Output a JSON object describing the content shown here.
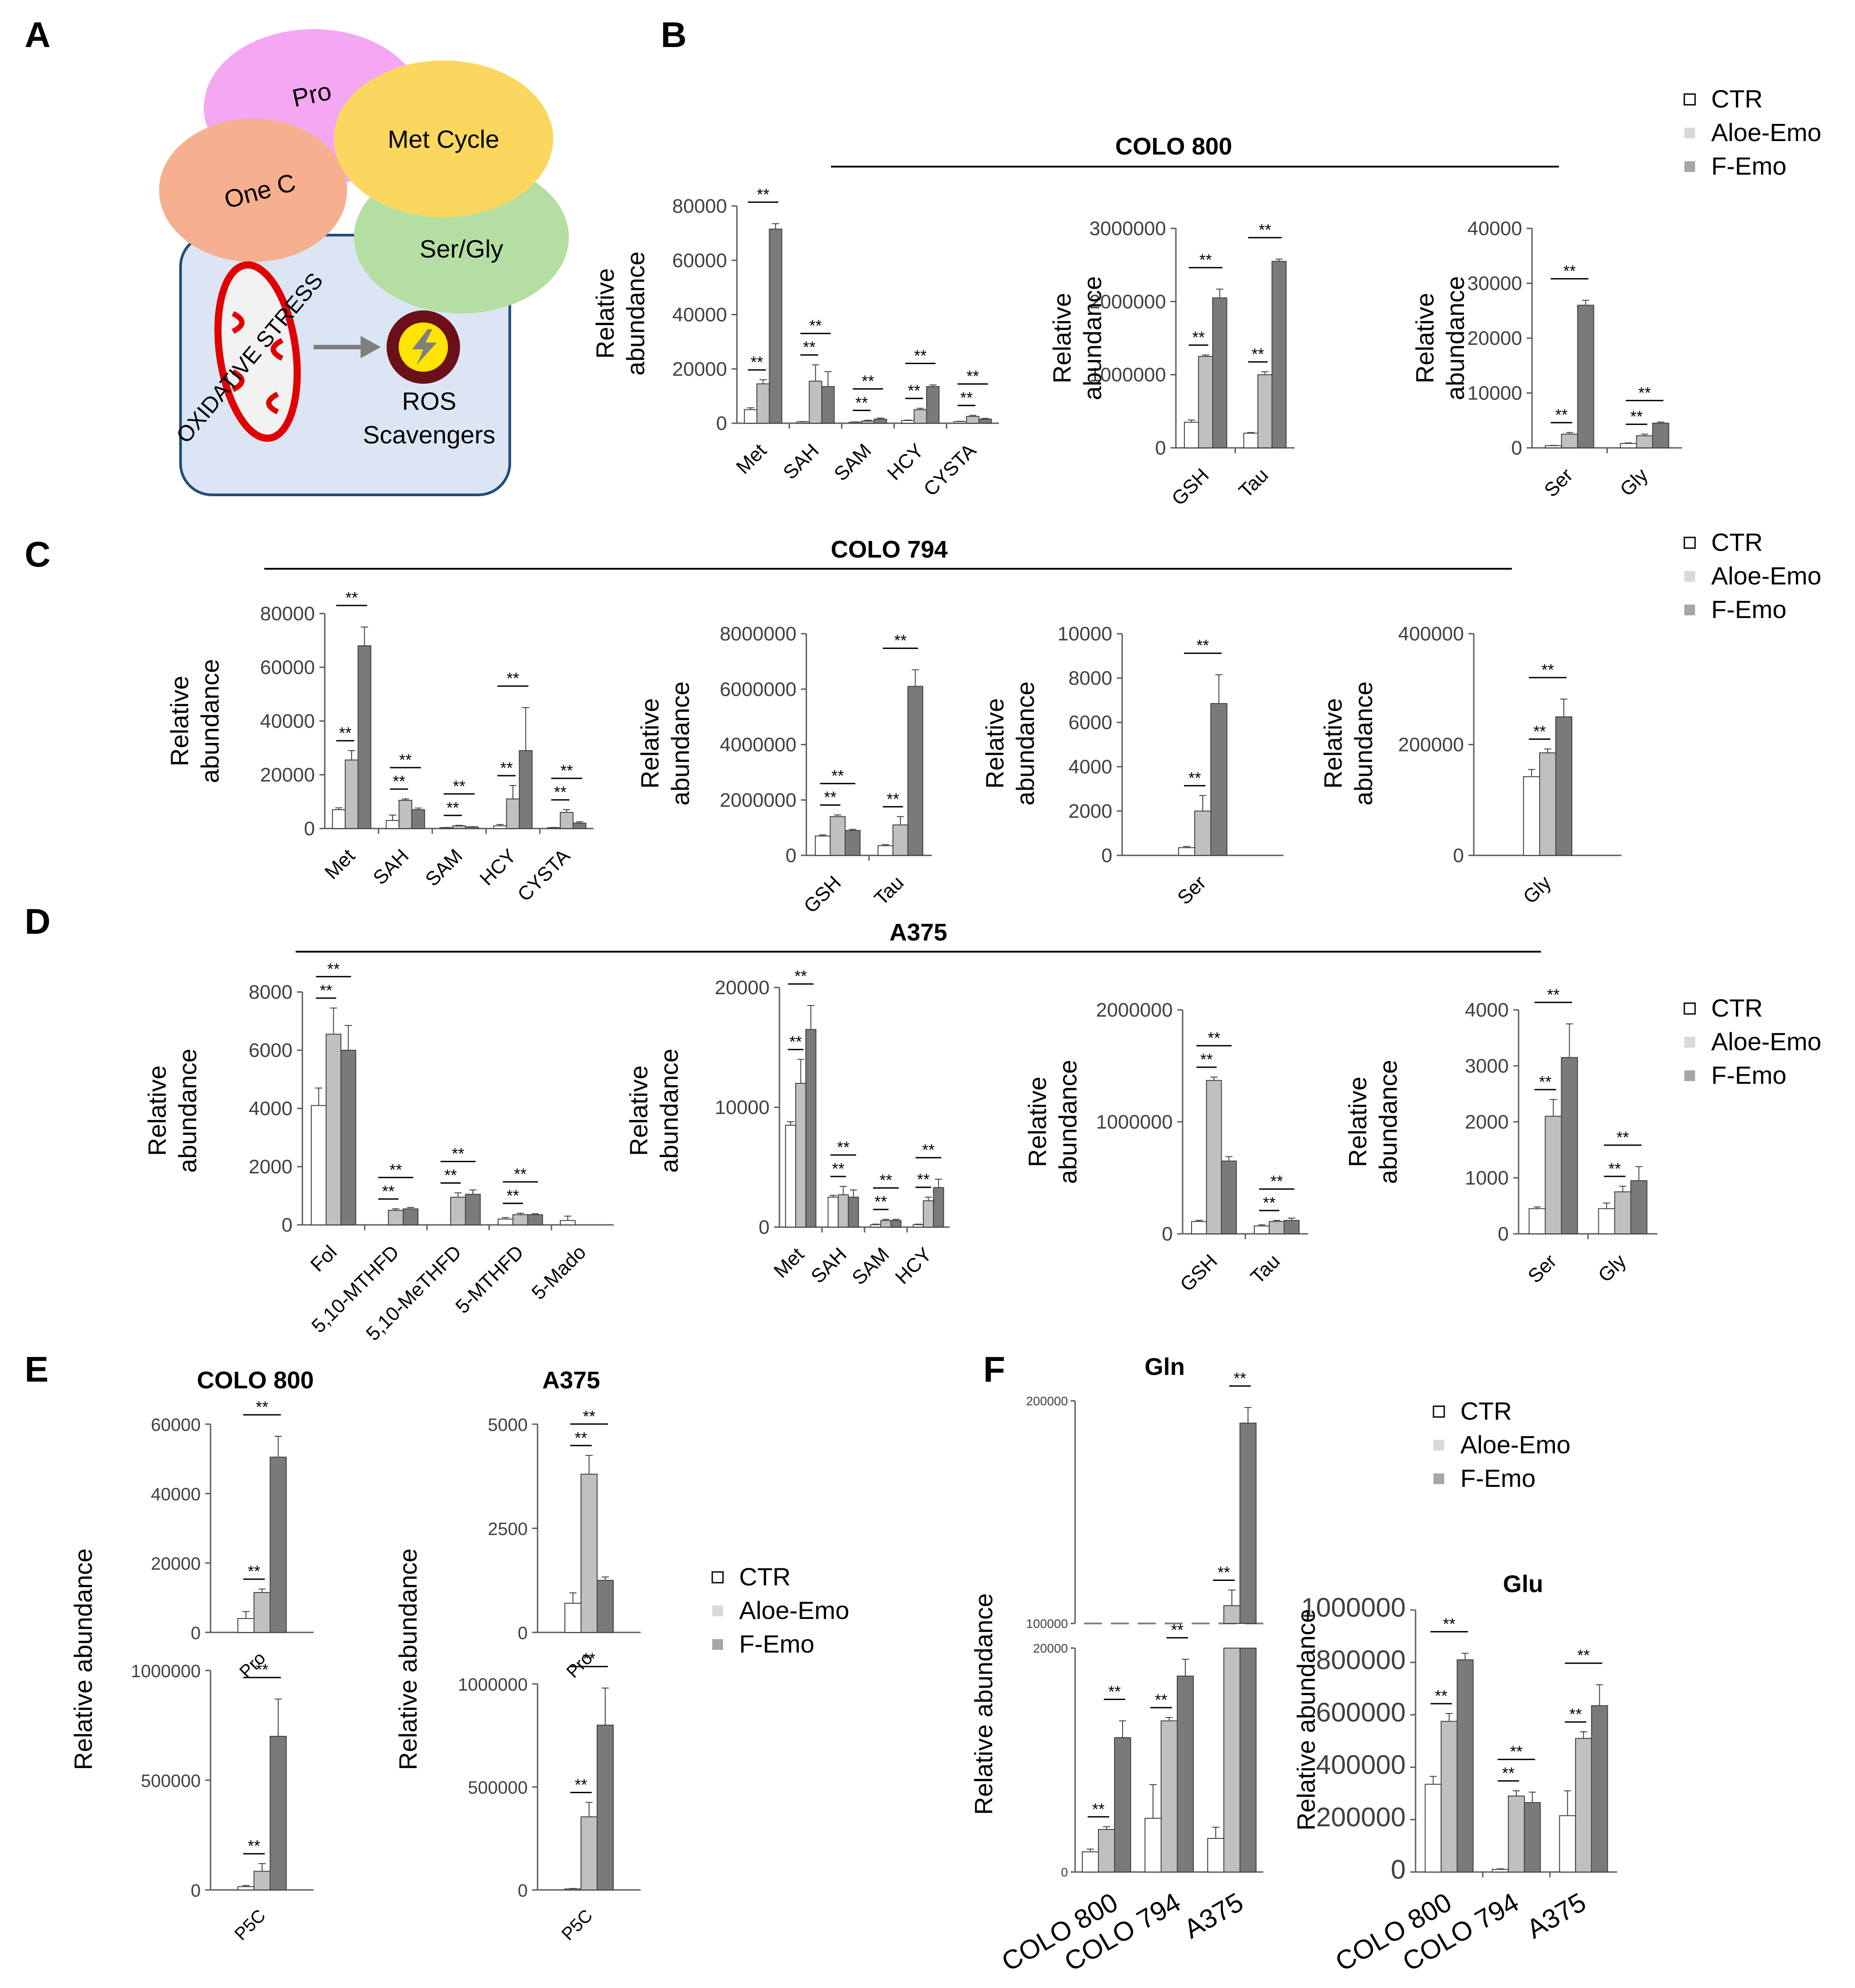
{
  "panel_letters": [
    "A",
    "B",
    "C",
    "D",
    "E",
    "F"
  ],
  "schematic": {
    "nodes": [
      "Pro",
      "One C",
      "Met Cycle",
      "Ser/Gly"
    ],
    "stress_label": "OXIDATIVE STRESS",
    "ros_line1": "ROS",
    "ros_line2": "Scavengers"
  },
  "legend_labels": [
    "CTR",
    "Aloe-Emo",
    "F-Emo"
  ],
  "ylabel_line1": "Relative",
  "ylabel_line2": "abundance",
  "ylabel_full": "Relative abundance",
  "ylabel_f2": "Relative  abundance",
  "sig_mark": "**",
  "colors": {
    "ctr": "#ffffff",
    "aloe": "#c0c0c0",
    "femo": "#7a7a7a",
    "axis": "#595959",
    "legend_aloe": "#d9d9d9",
    "legend_femo": "#a6a6a6"
  },
  "groups": {
    "B": {
      "title": "COLO 800"
    },
    "C": {
      "title": "COLO 794"
    },
    "D": {
      "title": "A375"
    },
    "E1": {
      "title": "COLO 800"
    },
    "E2": {
      "title": "A375"
    },
    "F1": {
      "title": "Gln"
    },
    "F2": {
      "title": "Glu"
    }
  },
  "chart_data": [
    {
      "id": "B1",
      "type": "bar",
      "categories": [
        "Met",
        "SAH",
        "SAM",
        "HCY",
        "CYSTA"
      ],
      "ylim": [
        0,
        80000
      ],
      "yticks": [
        "0",
        "20000",
        "40000",
        "60000",
        "80000"
      ],
      "series": [
        {
          "name": "CTR",
          "values": [
            5000,
            500,
            400,
            1000,
            600
          ]
        },
        {
          "name": "Aloe-Emo",
          "values": [
            14500,
            15500,
            800,
            5000,
            2500
          ]
        },
        {
          "name": "F-Emo",
          "values": [
            71500,
            13500,
            1500,
            13500,
            1500
          ]
        }
      ],
      "errors": [
        [
          700,
          100,
          100,
          150,
          100
        ],
        [
          1500,
          6000,
          300,
          500,
          400
        ],
        [
          2000,
          5500,
          400,
          600,
          300
        ]
      ]
    },
    {
      "id": "B2",
      "type": "bar",
      "categories": [
        "GSH",
        "Tau"
      ],
      "ylim": [
        0,
        3000000
      ],
      "yticks": [
        "0",
        "1000000",
        "2000000",
        "3000000"
      ],
      "series": [
        {
          "name": "CTR",
          "values": [
            350000,
            200000
          ]
        },
        {
          "name": "Aloe-Emo",
          "values": [
            1250000,
            1000000
          ]
        },
        {
          "name": "F-Emo",
          "values": [
            2050000,
            2550000
          ]
        }
      ],
      "errors": [
        [
          30000,
          10000
        ],
        [
          20000,
          40000
        ],
        [
          120000,
          30000
        ]
      ]
    },
    {
      "id": "B3",
      "type": "bar",
      "categories": [
        "Ser",
        "Gly"
      ],
      "ylim": [
        0,
        40000
      ],
      "yticks": [
        "0",
        "10000",
        "20000",
        "30000",
        "40000"
      ],
      "series": [
        {
          "name": "CTR",
          "values": [
            400,
            800
          ]
        },
        {
          "name": "Aloe-Emo",
          "values": [
            2500,
            2200
          ]
        },
        {
          "name": "F-Emo",
          "values": [
            26000,
            4500
          ]
        }
      ],
      "errors": [
        [
          50,
          100
        ],
        [
          300,
          300
        ],
        [
          900,
          200
        ]
      ]
    },
    {
      "id": "C1",
      "type": "bar",
      "categories": [
        "Met",
        "SAH",
        "SAM",
        "HCY",
        "CYSTA"
      ],
      "ylim": [
        0,
        80000
      ],
      "yticks": [
        "0",
        "20000",
        "40000",
        "60000",
        "80000"
      ],
      "series": [
        {
          "name": "CTR",
          "values": [
            7000,
            3000,
            300,
            1000,
            300
          ]
        },
        {
          "name": "Aloe-Emo",
          "values": [
            25500,
            10500,
            1000,
            11000,
            6000
          ]
        },
        {
          "name": "F-Emo",
          "values": [
            68000,
            7000,
            600,
            29000,
            2000
          ]
        }
      ],
      "errors": [
        [
          700,
          2000,
          100,
          500,
          100
        ],
        [
          3500,
          500,
          200,
          5000,
          1000
        ],
        [
          7000,
          600,
          100,
          16000,
          500
        ]
      ]
    },
    {
      "id": "C2",
      "type": "bar",
      "categories": [
        "GSH",
        "Tau"
      ],
      "ylim": [
        0,
        8000000
      ],
      "yticks": [
        "0",
        "2000000",
        "4000000",
        "6000000",
        "8000000"
      ],
      "series": [
        {
          "name": "CTR",
          "values": [
            700000,
            350000
          ]
        },
        {
          "name": "Aloe-Emo",
          "values": [
            1400000,
            1100000
          ]
        },
        {
          "name": "F-Emo",
          "values": [
            900000,
            6100000
          ]
        }
      ],
      "errors": [
        [
          40000,
          40000
        ],
        [
          60000,
          300000
        ],
        [
          40000,
          600000
        ]
      ]
    },
    {
      "id": "C3",
      "type": "bar",
      "categories": [
        "Ser"
      ],
      "ylim": [
        0,
        10000
      ],
      "yticks": [
        "0",
        "2000",
        "4000",
        "6000",
        "8000",
        "10000"
      ],
      "series": [
        {
          "name": "CTR",
          "values": [
            350
          ]
        },
        {
          "name": "Aloe-Emo",
          "values": [
            2000
          ]
        },
        {
          "name": "F-Emo",
          "values": [
            6850
          ]
        }
      ],
      "errors": [
        [
          50
        ],
        [
          700
        ],
        [
          1300
        ]
      ]
    },
    {
      "id": "C4",
      "type": "bar",
      "categories": [
        "Gly"
      ],
      "ylim": [
        0,
        400000
      ],
      "yticks": [
        "0",
        "200000",
        "400000"
      ],
      "series": [
        {
          "name": "CTR",
          "values": [
            142000
          ]
        },
        {
          "name": "Aloe-Emo",
          "values": [
            185000
          ]
        },
        {
          "name": "F-Emo",
          "values": [
            250000
          ]
        }
      ],
      "errors": [
        [
          13000
        ],
        [
          7000
        ],
        [
          32000
        ]
      ]
    },
    {
      "id": "D1",
      "type": "bar",
      "categories": [
        "Fol",
        "5,10-MTHFD",
        "5,10-MeTHFD",
        "5-MTHFD",
        "5-Mado"
      ],
      "ylim": [
        0,
        8000
      ],
      "yticks": [
        "0",
        "2000",
        "4000",
        "6000",
        "8000"
      ],
      "series": [
        {
          "name": "CTR",
          "values": [
            4100,
            0,
            0,
            200,
            150
          ]
        },
        {
          "name": "Aloe-Emo",
          "values": [
            6550,
            500,
            950,
            350,
            0
          ]
        },
        {
          "name": "F-Emo",
          "values": [
            6000,
            550,
            1050,
            350,
            0
          ]
        }
      ],
      "errors": [
        [
          600,
          0,
          0,
          50,
          150
        ],
        [
          900,
          50,
          150,
          50,
          0
        ],
        [
          850,
          50,
          150,
          30,
          0
        ]
      ]
    },
    {
      "id": "D2",
      "type": "bar",
      "categories": [
        "Met",
        "SAH",
        "SAM",
        "HCY"
      ],
      "ylim": [
        0,
        20000
      ],
      "yticks": [
        "0",
        "10000",
        "20000"
      ],
      "series": [
        {
          "name": "CTR",
          "values": [
            8500,
            2500,
            200,
            200
          ]
        },
        {
          "name": "Aloe-Emo",
          "values": [
            12000,
            2700,
            550,
            2200
          ]
        },
        {
          "name": "F-Emo",
          "values": [
            16500,
            2500,
            550,
            3300
          ]
        }
      ],
      "errors": [
        [
          300,
          150,
          50,
          50
        ],
        [
          2000,
          700,
          100,
          300
        ],
        [
          2000,
          600,
          100,
          700
        ]
      ]
    },
    {
      "id": "D3",
      "type": "bar",
      "categories": [
        "GSH",
        "Tau"
      ],
      "ylim": [
        0,
        2000000
      ],
      "yticks": [
        "0",
        "1000000",
        "2000000"
      ],
      "series": [
        {
          "name": "CTR",
          "values": [
            110000,
            70000
          ]
        },
        {
          "name": "Aloe-Emo",
          "values": [
            1370000,
            110000
          ]
        },
        {
          "name": "F-Emo",
          "values": [
            650000,
            120000
          ]
        }
      ],
      "errors": [
        [
          10000,
          10000
        ],
        [
          30000,
          10000
        ],
        [
          40000,
          20000
        ]
      ]
    },
    {
      "id": "D4",
      "type": "bar",
      "categories": [
        "Ser",
        "Gly"
      ],
      "ylim": [
        0,
        4000
      ],
      "yticks": [
        "0",
        "1000",
        "2000",
        "3000",
        "4000"
      ],
      "series": [
        {
          "name": "CTR",
          "values": [
            450,
            450
          ]
        },
        {
          "name": "Aloe-Emo",
          "values": [
            2100,
            750
          ]
        },
        {
          "name": "F-Emo",
          "values": [
            3150,
            950
          ]
        }
      ],
      "errors": [
        [
          30,
          100
        ],
        [
          300,
          100
        ],
        [
          600,
          250
        ]
      ]
    },
    {
      "id": "E1a",
      "type": "bar",
      "categories": [
        "Pro"
      ],
      "ylim": [
        0,
        60000
      ],
      "yticks": [
        "0",
        "20000",
        "40000",
        "60000"
      ],
      "series": [
        {
          "name": "CTR",
          "values": [
            4000
          ]
        },
        {
          "name": "Aloe-Emo",
          "values": [
            11500
          ]
        },
        {
          "name": "F-Emo",
          "values": [
            50500
          ]
        }
      ],
      "errors": [
        [
          2000
        ],
        [
          1000
        ],
        [
          6000
        ]
      ]
    },
    {
      "id": "E1b",
      "type": "bar",
      "categories": [
        "P5C"
      ],
      "ylim": [
        0,
        1000000
      ],
      "yticks": [
        "0",
        "500000",
        "1000000"
      ],
      "series": [
        {
          "name": "CTR",
          "values": [
            15000
          ]
        },
        {
          "name": "Aloe-Emo",
          "values": [
            85000
          ]
        },
        {
          "name": "F-Emo",
          "values": [
            700000
          ]
        }
      ],
      "errors": [
        [
          5000
        ],
        [
          35000
        ],
        [
          170000
        ]
      ]
    },
    {
      "id": "E2a",
      "type": "bar",
      "categories": [
        "Pro"
      ],
      "ylim": [
        0,
        5000
      ],
      "yticks": [
        "0",
        "2500",
        "5000"
      ],
      "series": [
        {
          "name": "CTR",
          "values": [
            700
          ]
        },
        {
          "name": "Aloe-Emo",
          "values": [
            3800
          ]
        },
        {
          "name": "F-Emo",
          "values": [
            1250
          ]
        }
      ],
      "errors": [
        [
          250
        ],
        [
          450
        ],
        [
          80
        ]
      ]
    },
    {
      "id": "E2b",
      "type": "bar",
      "categories": [
        "P5C"
      ],
      "ylim": [
        0,
        1000000
      ],
      "yticks": [
        "0",
        "500000",
        "1000000"
      ],
      "series": [
        {
          "name": "CTR",
          "values": [
            5000
          ]
        },
        {
          "name": "Aloe-Emo",
          "values": [
            355000
          ]
        },
        {
          "name": "F-Emo",
          "values": [
            800000
          ]
        }
      ],
      "errors": [
        [
          2000
        ],
        [
          70000
        ],
        [
          180000
        ]
      ]
    },
    {
      "id": "F1",
      "type": "bar",
      "categories": [
        "COLO 800",
        "COLO 794",
        "A375"
      ],
      "ylim": [
        0,
        200000
      ],
      "axis_break": [
        20000,
        100000
      ],
      "yticks_lower": [
        "0",
        "20000"
      ],
      "yticks_upper": [
        "100000",
        "200000"
      ],
      "series": [
        {
          "name": "CTR",
          "values": [
            1800,
            4800,
            3000
          ]
        },
        {
          "name": "Aloe-Emo",
          "values": [
            3800,
            13500,
            108000
          ]
        },
        {
          "name": "F-Emo",
          "values": [
            12000,
            17500,
            190000
          ]
        }
      ],
      "errors": [
        [
          250,
          3000,
          1000
        ],
        [
          250,
          300,
          7000
        ],
        [
          1500,
          1500,
          7000
        ]
      ]
    },
    {
      "id": "F2",
      "type": "bar",
      "categories": [
        "COLO 800",
        "COLO 794",
        "A375"
      ],
      "ylim": [
        0,
        1000000
      ],
      "yticks": [
        "0",
        "200000",
        "400000",
        "600000",
        "800000",
        "1000000"
      ],
      "series": [
        {
          "name": "CTR",
          "values": [
            335000,
            10000,
            215000
          ]
        },
        {
          "name": "Aloe-Emo",
          "values": [
            575000,
            290000,
            510000
          ]
        },
        {
          "name": "F-Emo",
          "values": [
            810000,
            265000,
            635000
          ]
        }
      ],
      "errors": [
        [
          30000,
          2000,
          95000
        ],
        [
          30000,
          20000,
          25000
        ],
        [
          25000,
          40000,
          80000
        ]
      ]
    }
  ]
}
